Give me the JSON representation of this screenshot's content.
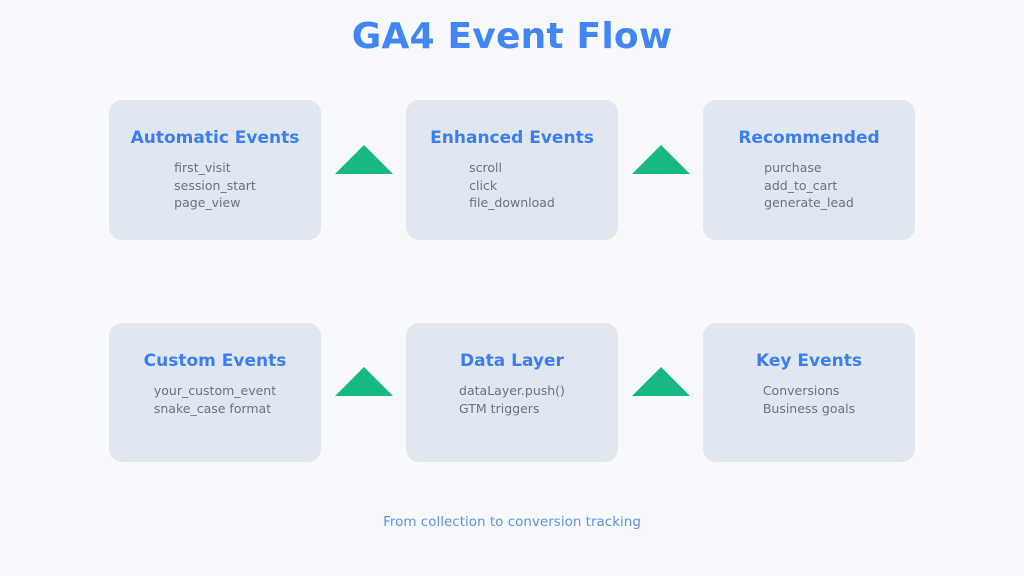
{
  "title": "GA4 Event Flow",
  "caption": "From collection to conversion tracking",
  "colors": {
    "background": "#f7f9fc",
    "card_fill": "#e0e7f0",
    "title_blue": "#4285f4",
    "card_title_blue": "#3b7ef4",
    "item_gray": "#6b7280",
    "arrow_green": "#18b981",
    "caption_blue": "#5b93f0"
  },
  "rows": [
    {
      "cards": [
        {
          "title": "Automatic Events",
          "items": [
            "first_visit",
            "session_start",
            "page_view"
          ]
        },
        {
          "title": "Enhanced Events",
          "items": [
            "scroll",
            "click",
            "file_download"
          ]
        },
        {
          "title": "Recommended",
          "items": [
            "purchase",
            "add_to_cart",
            "generate_lead"
          ]
        }
      ],
      "connectors": [
        "triangle-up-icon",
        "triangle-up-icon"
      ]
    },
    {
      "cards": [
        {
          "title": "Custom Events",
          "items": [
            "your_custom_event",
            "snake_case format"
          ]
        },
        {
          "title": "Data Layer",
          "items": [
            "dataLayer.push()",
            "GTM triggers"
          ]
        },
        {
          "title": "Key Events",
          "items": [
            "Conversions",
            "Business goals"
          ]
        }
      ],
      "connectors": [
        "triangle-up-icon",
        "triangle-up-icon"
      ]
    }
  ]
}
